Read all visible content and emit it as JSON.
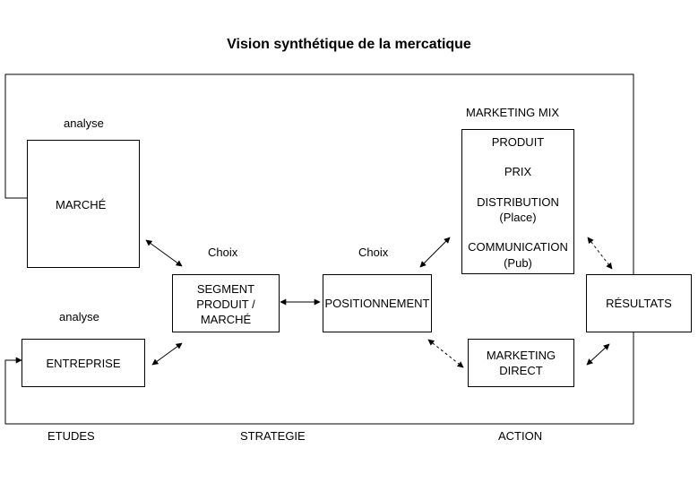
{
  "title": "Vision synthétique de la mercatique",
  "labels": {
    "analyse_top": "analyse",
    "analyse_bottom": "analyse",
    "choix_left": "Choix",
    "choix_right": "Choix",
    "marketing_mix": "MARKETING MIX"
  },
  "boxes": {
    "marche": "MARCHÉ",
    "entreprise": "ENTREPRISE",
    "segment": [
      "SEGMENT",
      "PRODUIT /",
      "MARCHÉ"
    ],
    "positionnement": "POSITIONNEMENT",
    "marketing_mix_items": [
      "PRODUIT",
      "PRIX",
      "DISTRIBUTION",
      "(Place)",
      "COMMUNICATION",
      "(Pub)"
    ],
    "marketing_direct": [
      "MARKETING",
      "DIRECT"
    ],
    "resultats": "RÉSULTATS"
  },
  "sections": {
    "etudes": "ETUDES",
    "strategie": "STRATEGIE",
    "action": "ACTION"
  },
  "colors": {
    "stroke": "#000000",
    "background": "#ffffff"
  }
}
